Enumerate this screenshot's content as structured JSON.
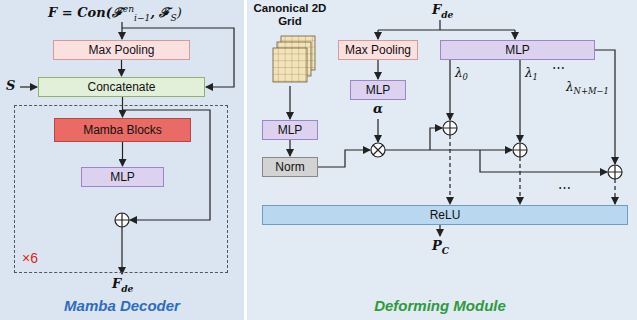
{
  "diagram": {
    "nodes": [
      {
        "text": [
          "Max Pooling"
        ]
      },
      {
        "text": [
          "Concatenate"
        ]
      },
      {
        "text": [
          "×6"
        ]
      },
      {
        "text": [
          "Mamba Blocks"
        ],
        "in": 2
      },
      {
        "text": [
          "MLP"
        ],
        "in": 2
      },
      {
        "text": [
          "Max Pooling"
        ]
      },
      {
        "text": [
          "MLP"
        ]
      },
      {
        "text": [
          "MLP"
        ]
      },
      {
        "text": [
          "MLP"
        ]
      },
      {
        "text": [
          "Norm"
        ]
      },
      {
        "text": [
          "ReLU"
        ]
      }
    ],
    "edges": [
      {
        "from": 0,
        "to": 1,
        "arrow": "to"
      },
      {
        "from": 1,
        "to": 3,
        "arrow": "to"
      },
      {
        "from": 3,
        "to": 4,
        "arrow": "to"
      },
      {
        "from": 5,
        "to": 7,
        "arrow": "to"
      },
      {
        "from": 8,
        "to": 9,
        "arrow": "to"
      }
    ],
    "labels": [
      "F = Con(",
      "ℱ",
      "en",
      "i−1",
      ", ℱ",
      "S",
      ")",
      "S",
      "F",
      "de",
      "Mamba Decoder",
      "Canonical 2D Grid",
      "F",
      "de",
      "α",
      "λ",
      "0",
      "λ",
      "1",
      "⋯",
      "λ",
      "N+M−1",
      "P",
      "C",
      "Deforming Module",
      "⋯"
    ]
  }
}
